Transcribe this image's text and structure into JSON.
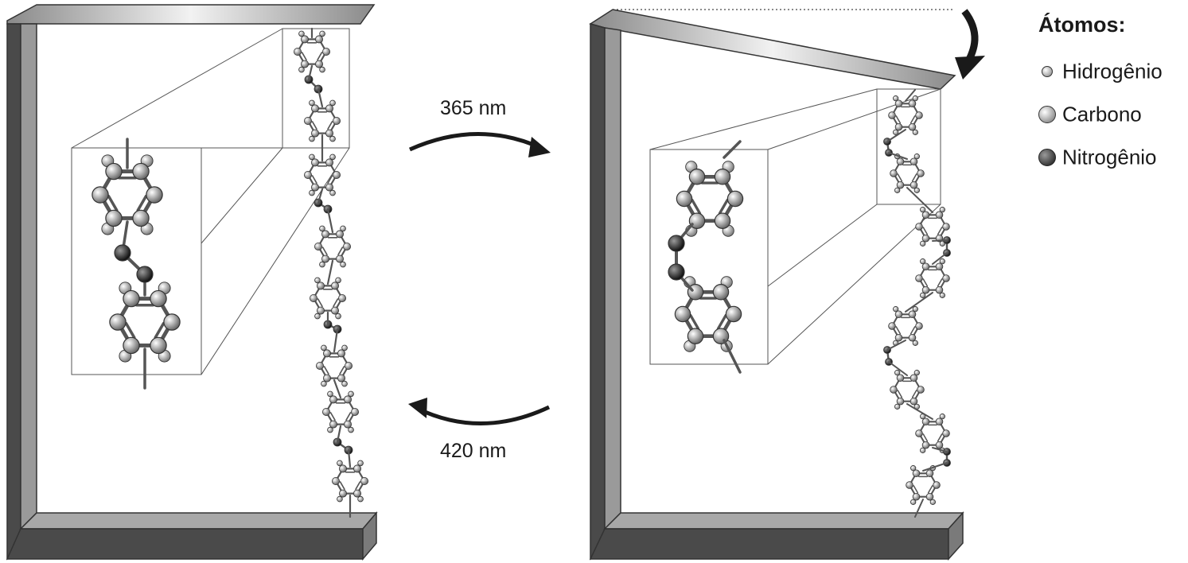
{
  "transitions": {
    "forward_label": "365 nm",
    "reverse_label": "420 nm"
  },
  "legend": {
    "title": "Átomos:",
    "items": [
      {
        "label": "Hidrogênio",
        "icon": "hydrogen-atom-icon",
        "color": "#9a9a9a"
      },
      {
        "label": "Carbono",
        "icon": "carbon-atom-icon",
        "color": "#8c8c8c"
      },
      {
        "label": "Nitrogênio",
        "icon": "nitrogen-atom-icon",
        "color": "#2b2b2b"
      }
    ]
  },
  "colors": {
    "frame_dark": "#4a4a4a",
    "frame_mid": "#8a8a8a",
    "frame_light": "#d8d8d8",
    "bond": "#555555",
    "outline": "#333333"
  }
}
